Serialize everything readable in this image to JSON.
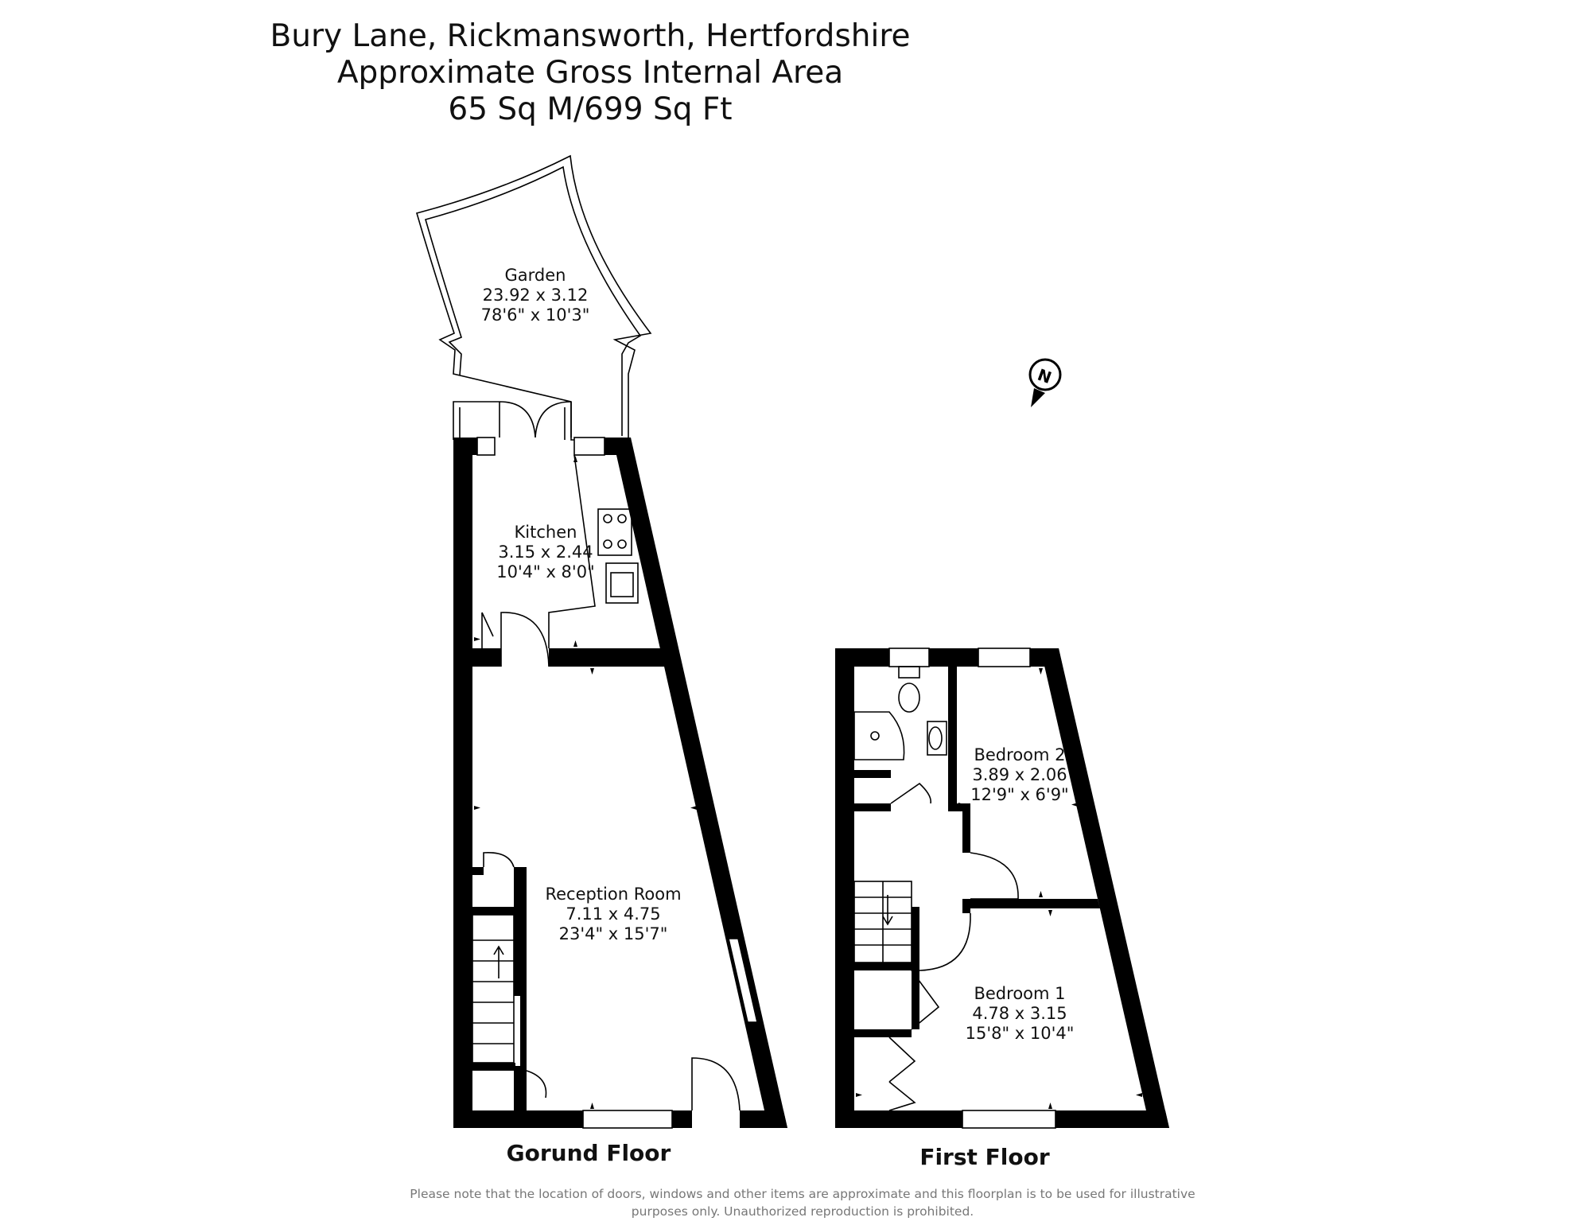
{
  "header": {
    "address": "Bury Lane, Rickmansworth, Hertfordshire",
    "area_title": "Approximate Gross Internal Area",
    "area_value": "65 Sq M/699 Sq Ft"
  },
  "compass": {
    "letter": "N",
    "icon": "compass-north-icon"
  },
  "floors": [
    {
      "label": "Gorund Floor",
      "rooms": [
        {
          "name": "Garden",
          "metric": "23.92 x 3.12",
          "imperial": "78'6\" x 10'3\""
        },
        {
          "name": "Kitchen",
          "metric": "3.15 x 2.44",
          "imperial": "10'4\" x 8'0\""
        },
        {
          "name": "Reception Room",
          "metric": "7.11 x 4.75",
          "imperial": "23'4\" x 15'7\""
        }
      ]
    },
    {
      "label": "First Floor",
      "rooms": [
        {
          "name": "Bedroom 2",
          "metric": "3.89 x 2.06",
          "imperial": "12'9\" x 6'9\""
        },
        {
          "name": "Bedroom 1",
          "metric": "4.78 x 3.15",
          "imperial": "15'8\" x 10'4\""
        }
      ]
    }
  ],
  "disclaimer": {
    "line1": "Please note that the location of doors, windows and other items are approximate and this floorplan is to be used for illustrative",
    "line2": "purposes only. Unauthorized reproduction is prohibited."
  }
}
